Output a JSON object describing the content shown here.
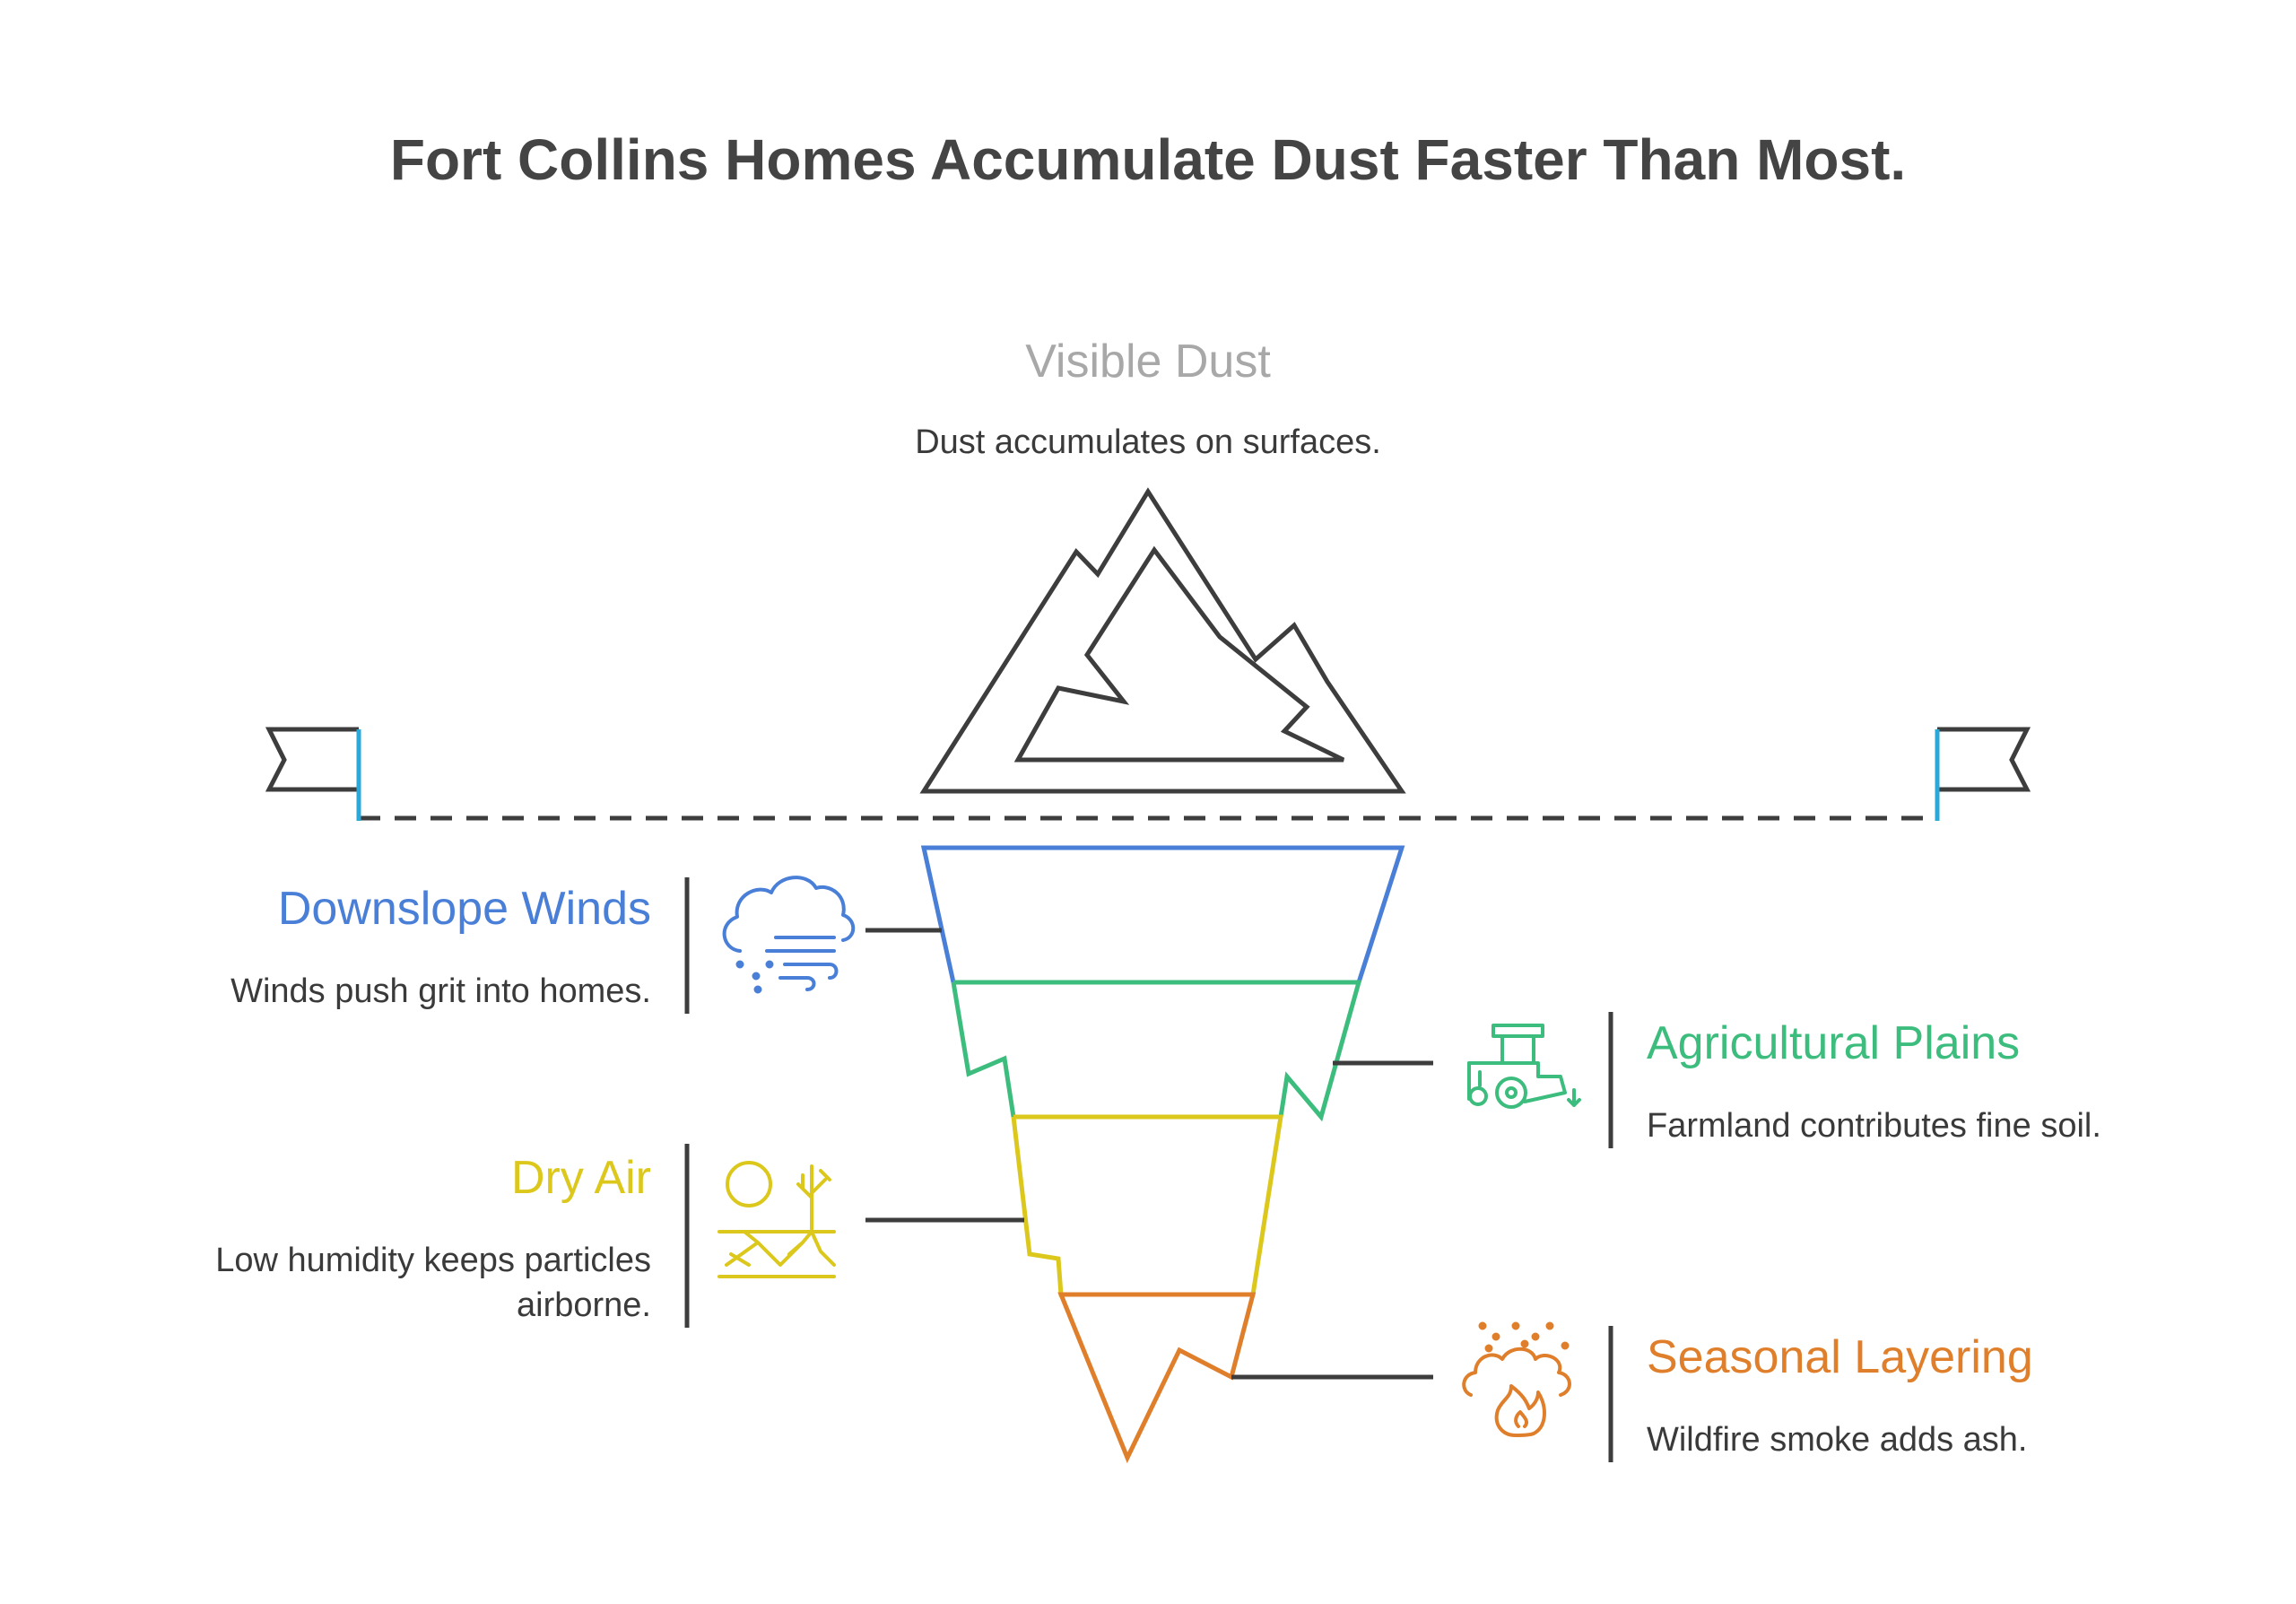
{
  "title": "Fort Collins Homes Accumulate Dust Faster Than Most.",
  "top": {
    "heading": "Visible Dust",
    "description": "Dust accumulates on surfaces."
  },
  "layers": [
    {
      "heading": "Downslope Winds",
      "description_lines": [
        "Winds push grit into homes."
      ],
      "color": "#4a7fd8",
      "icon": "wind-cloud-icon"
    },
    {
      "heading": "Agricultural Plains",
      "description_lines": [
        "Farmland contributes fine soil."
      ],
      "color": "#3dbd7d",
      "icon": "tractor-icon"
    },
    {
      "heading": "Dry Air",
      "description_lines": [
        "Low humidity keeps particles",
        "airborne."
      ],
      "color": "#dcc81c",
      "icon": "drought-icon"
    },
    {
      "heading": "Seasonal Layering",
      "description_lines": [
        "Wildfire smoke adds ash."
      ],
      "color": "#e07f2b",
      "icon": "wildfire-icon"
    }
  ],
  "colors": {
    "title": "#444444",
    "top_heading": "#a8a8a8",
    "outline": "#3d3d3d",
    "flag_pole": "#2aa9d8"
  }
}
